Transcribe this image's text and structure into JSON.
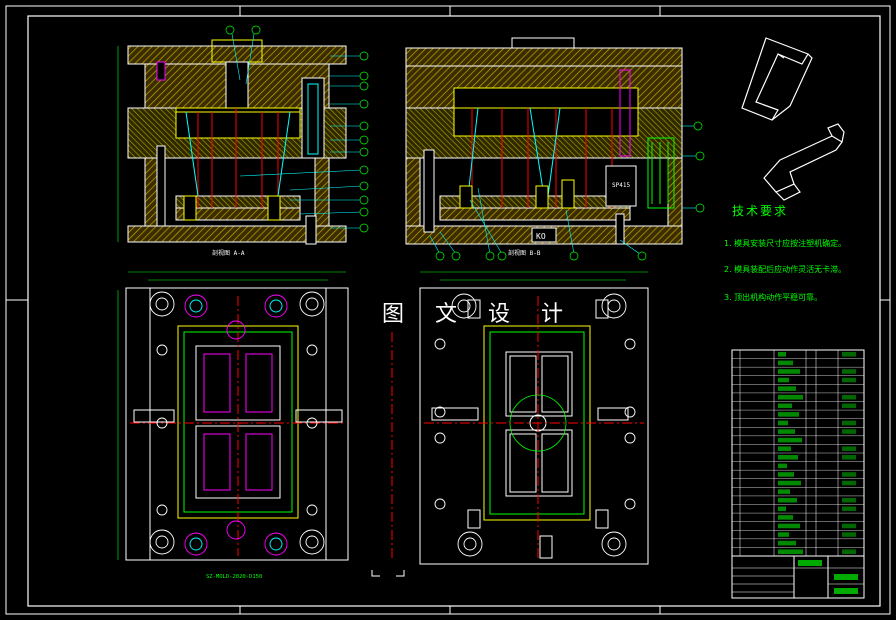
{
  "watermark": "图 文 设 计",
  "technical_requirements": {
    "title": "技术要求",
    "lines": [
      "1. 模具安装尺寸应按注塑机确定。",
      "2. 模具装配后应动作灵活无卡滞。",
      "3. 顶出机构动作平稳可靠。"
    ]
  },
  "sections": {
    "front_section": "剖视图 A-A",
    "side_section": "剖视图 B-B"
  },
  "plan_label": "SZ-MOLD-2020-D150",
  "stamp": {
    "gate_mark": "KO",
    "spec_mark": "SP415"
  },
  "colors": {
    "background": "#000000",
    "frame": "#ffffff",
    "green": "#00ff00",
    "cyan": "#00ffff",
    "red": "#ff0000",
    "yellow": "#ffff00",
    "magenta": "#ff00ff"
  }
}
